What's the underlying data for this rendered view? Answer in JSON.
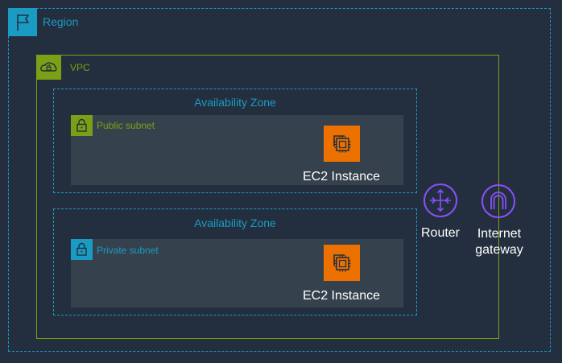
{
  "region": {
    "label": "Region"
  },
  "vpc": {
    "label": "VPC"
  },
  "availability_zones": [
    {
      "label": "Availability Zone"
    },
    {
      "label": "Availability Zone"
    }
  ],
  "subnets": {
    "public": {
      "label": "Public subnet"
    },
    "private": {
      "label": "Private subnet"
    }
  },
  "instances": [
    {
      "label": "EC2 Instance"
    },
    {
      "label": "EC2 Instance"
    }
  ],
  "router": {
    "label": "Router"
  },
  "internet_gateway": {
    "label": "Internet gateway"
  },
  "colors": {
    "background": "#232f3e",
    "region": "#1a9bc4",
    "vpc": "#7aa116",
    "public_subnet": "#7aa116",
    "private_subnet": "#1a9bc4",
    "ec2": "#ed7100",
    "network": "#8c4fff"
  },
  "icons": [
    "flag-icon",
    "cloud-lock-icon",
    "lock-icon",
    "ec2-chip-icon",
    "router-icon",
    "internet-gateway-icon"
  ]
}
